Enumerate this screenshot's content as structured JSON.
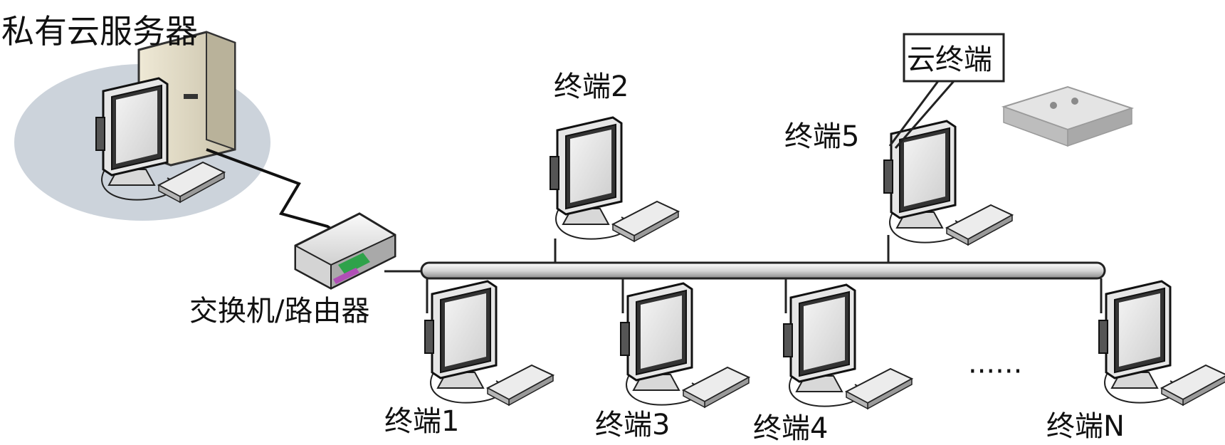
{
  "labels": {
    "server": "私有云服务器",
    "router": "交换机/路由器",
    "cloud_terminal": "云终端",
    "ellipsis": "······",
    "t1": "终端1",
    "t2": "终端2",
    "t3": "终端3",
    "t4": "终端4",
    "t5": "终端5",
    "tn": "终端N"
  }
}
